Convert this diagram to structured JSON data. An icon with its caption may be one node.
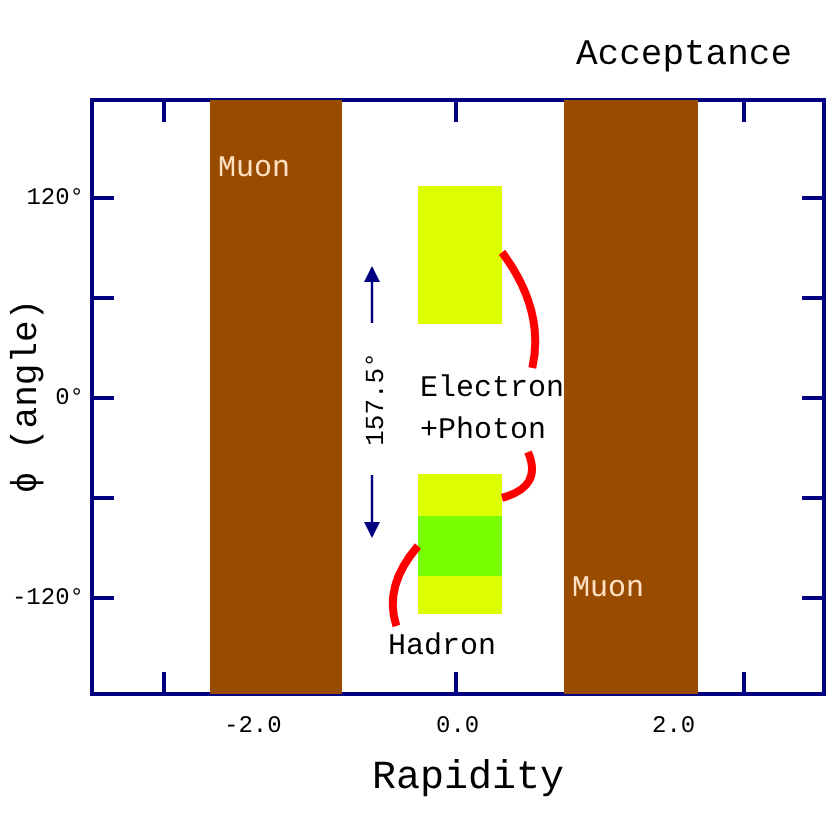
{
  "diagram": {
    "title": "Acceptance",
    "nodes": [
      {
        "text": [
          "Muon"
        ]
      },
      {
        "text": [
          "Muon"
        ]
      },
      {
        "text": [],
        "shape": "box"
      },
      {
        "text": [
          "Electron +Photon"
        ]
      },
      {
        "text": [],
        "shape": "box"
      },
      {
        "text": [],
        "shape": "box",
        "in": 4
      },
      {
        "text": [
          "Hadron"
        ]
      }
    ],
    "edges": [
      {
        "from": 3,
        "to": 2,
        "arrow": "none",
        "color": "#ff0000"
      },
      {
        "from": 3,
        "to": 4,
        "arrow": "none",
        "color": "#ff0000"
      },
      {
        "from": 6,
        "to": 5,
        "arrow": "none",
        "color": "#ff0000"
      }
    ],
    "labels": [
      "120°",
      "ϕ (angle)",
      "0°",
      "-120°",
      "157.5°",
      "-2.0",
      "0.0",
      "2.0",
      "Rapidity"
    ]
  }
}
